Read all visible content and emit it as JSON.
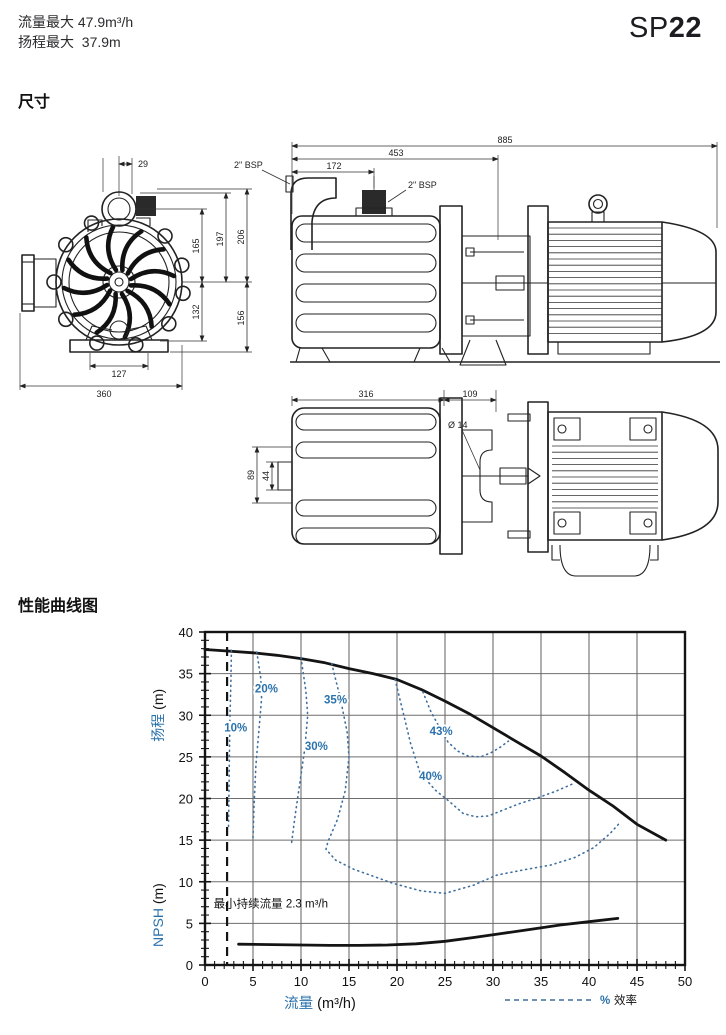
{
  "header": {
    "flow_label": "流量最大",
    "flow_value": "47.9m³/h",
    "head_label": "扬程最大",
    "head_value": "37.9m",
    "model_prefix": "SP",
    "model_suffix": "22"
  },
  "sections": {
    "dimensions": "尺寸",
    "performance": "性能曲线图"
  },
  "colors": {
    "label_blue": "#2b72ad",
    "curve_blue": "#3f6f9e",
    "line_black": "#141414"
  },
  "drawings": {
    "port_label": "2\" BSP",
    "front_dims": [
      "29",
      "165",
      "197",
      "206",
      "132",
      "156",
      "127",
      "360"
    ],
    "side_dims": [
      "885",
      "453",
      "172"
    ],
    "top_dims": [
      "316",
      "109",
      "Ø 14",
      "89",
      "44"
    ]
  },
  "chart_data": {
    "type": "line",
    "title": "性能曲线图",
    "xlim": [
      0,
      50
    ],
    "ylim": [
      0,
      40
    ],
    "x_major_step": 5,
    "y_major_step": 5,
    "minor_step": 1,
    "grid": true,
    "x_ticks": [
      0,
      5,
      10,
      15,
      20,
      25,
      30,
      35,
      40,
      45,
      50
    ],
    "y_ticks": [
      0,
      5,
      10,
      15,
      20,
      25,
      30,
      35,
      40
    ],
    "xlabel_main": "流量",
    "xlabel_unit": "(m³/h)",
    "ylabel_top_main": "扬程",
    "ylabel_top_unit": "(m)",
    "ylabel_bottom_main": "NPSH",
    "ylabel_bottom_unit": "(m)",
    "min_flow_line_x": 2.3,
    "annotation": "最小持续流量  2.3 m³/h",
    "legend": {
      "symbol": "%",
      "label": "效率",
      "position": "bottom-right"
    },
    "series": [
      {
        "name": "head-curve",
        "style": "solid-black",
        "points": [
          [
            0,
            37.9
          ],
          [
            2.5,
            37.7
          ],
          [
            5,
            37.5
          ],
          [
            7.5,
            37.2
          ],
          [
            10,
            36.8
          ],
          [
            12.5,
            36.3
          ],
          [
            15,
            35.6
          ],
          [
            17.5,
            35.0
          ],
          [
            20,
            34.3
          ],
          [
            22.5,
            33.1
          ],
          [
            25,
            31.7
          ],
          [
            27.5,
            30.2
          ],
          [
            30,
            28.5
          ],
          [
            32.5,
            26.8
          ],
          [
            35,
            25.1
          ],
          [
            37.5,
            23.1
          ],
          [
            40,
            21.0
          ],
          [
            42.5,
            19.1
          ],
          [
            45,
            16.9
          ],
          [
            48,
            15.0
          ]
        ]
      },
      {
        "name": "npsh-curve",
        "style": "solid-black",
        "points": [
          [
            3.5,
            2.5
          ],
          [
            7,
            2.45
          ],
          [
            10,
            2.4
          ],
          [
            13,
            2.35
          ],
          [
            16,
            2.35
          ],
          [
            19,
            2.4
          ],
          [
            22,
            2.55
          ],
          [
            25,
            2.85
          ],
          [
            28,
            3.3
          ],
          [
            31,
            3.8
          ],
          [
            34,
            4.3
          ],
          [
            37,
            4.8
          ],
          [
            40,
            5.2
          ],
          [
            43,
            5.6
          ]
        ]
      },
      {
        "name": "eff-10",
        "label": "10%",
        "label_x": 3.2,
        "label_y": 28.5,
        "style": "dotted-blue",
        "points": [
          [
            2.75,
            37.8
          ],
          [
            2.7,
            34
          ],
          [
            2.6,
            30
          ],
          [
            2.55,
            26
          ],
          [
            2.5,
            21
          ],
          [
            2.45,
            16.5
          ]
        ]
      },
      {
        "name": "eff-20",
        "label": "20%",
        "label_x": 6.4,
        "label_y": 33.2,
        "style": "dotted-blue",
        "points": [
          [
            5.4,
            37.6
          ],
          [
            5.8,
            34.5
          ],
          [
            5.9,
            32
          ],
          [
            5.6,
            28
          ],
          [
            5.3,
            24
          ],
          [
            5.1,
            19
          ],
          [
            5.0,
            15.3
          ]
        ]
      },
      {
        "name": "eff-30",
        "label": "30%",
        "label_x": 11.6,
        "label_y": 26.3,
        "style": "dotted-blue",
        "points": [
          [
            10.0,
            36.9
          ],
          [
            10.5,
            33
          ],
          [
            10.7,
            30
          ],
          [
            10.4,
            26
          ],
          [
            9.9,
            22
          ],
          [
            9.4,
            18
          ],
          [
            9.0,
            14.5
          ]
        ]
      },
      {
        "name": "eff-35",
        "label": "35%",
        "label_x": 13.6,
        "label_y": 31.9,
        "style": "dotted-blue",
        "points": [
          [
            13.2,
            36.2
          ],
          [
            14.1,
            32
          ],
          [
            14.8,
            28
          ],
          [
            15.0,
            25
          ],
          [
            14.6,
            20.9
          ],
          [
            13.8,
            17.5
          ],
          [
            12.8,
            14.8
          ],
          [
            12.6,
            13.9
          ],
          [
            13.6,
            12.6
          ],
          [
            15.5,
            11.5
          ],
          [
            19.6,
            9.8
          ],
          [
            22.5,
            8.9
          ],
          [
            25.0,
            8.6
          ],
          [
            28.0,
            9.6
          ],
          [
            30.4,
            10.8
          ],
          [
            33.5,
            11.5
          ],
          [
            36.0,
            12.0
          ],
          [
            38.5,
            12.9
          ],
          [
            40.5,
            14.1
          ],
          [
            42.2,
            15.8
          ],
          [
            43.3,
            17.2
          ]
        ]
      },
      {
        "name": "eff-40",
        "label": "40%",
        "label_x": 23.5,
        "label_y": 22.7,
        "style": "dotted-blue",
        "points": [
          [
            19.8,
            34.3
          ],
          [
            20.6,
            30.5
          ],
          [
            21.4,
            26.7
          ],
          [
            22.4,
            23.1
          ],
          [
            24.0,
            21.0
          ],
          [
            25.4,
            19.7
          ],
          [
            26.9,
            18.2
          ],
          [
            28.2,
            17.8
          ],
          [
            29.5,
            17.9
          ],
          [
            30.8,
            18.5
          ],
          [
            32.8,
            19.4
          ],
          [
            34.7,
            20.1
          ],
          [
            36.6,
            20.9
          ],
          [
            38.4,
            21.8
          ]
        ]
      },
      {
        "name": "eff-43",
        "label": "43%",
        "label_x": 24.6,
        "label_y": 28.1,
        "style": "dotted-blue",
        "points": [
          [
            22.7,
            32.8
          ],
          [
            23.5,
            30.5
          ],
          [
            24.3,
            28.8
          ],
          [
            25.3,
            26.8
          ],
          [
            26.3,
            25.7
          ],
          [
            27.4,
            25.1
          ],
          [
            28.7,
            25.0
          ],
          [
            29.8,
            25.5
          ],
          [
            30.8,
            26.2
          ],
          [
            31.6,
            26.9
          ]
        ]
      }
    ]
  }
}
